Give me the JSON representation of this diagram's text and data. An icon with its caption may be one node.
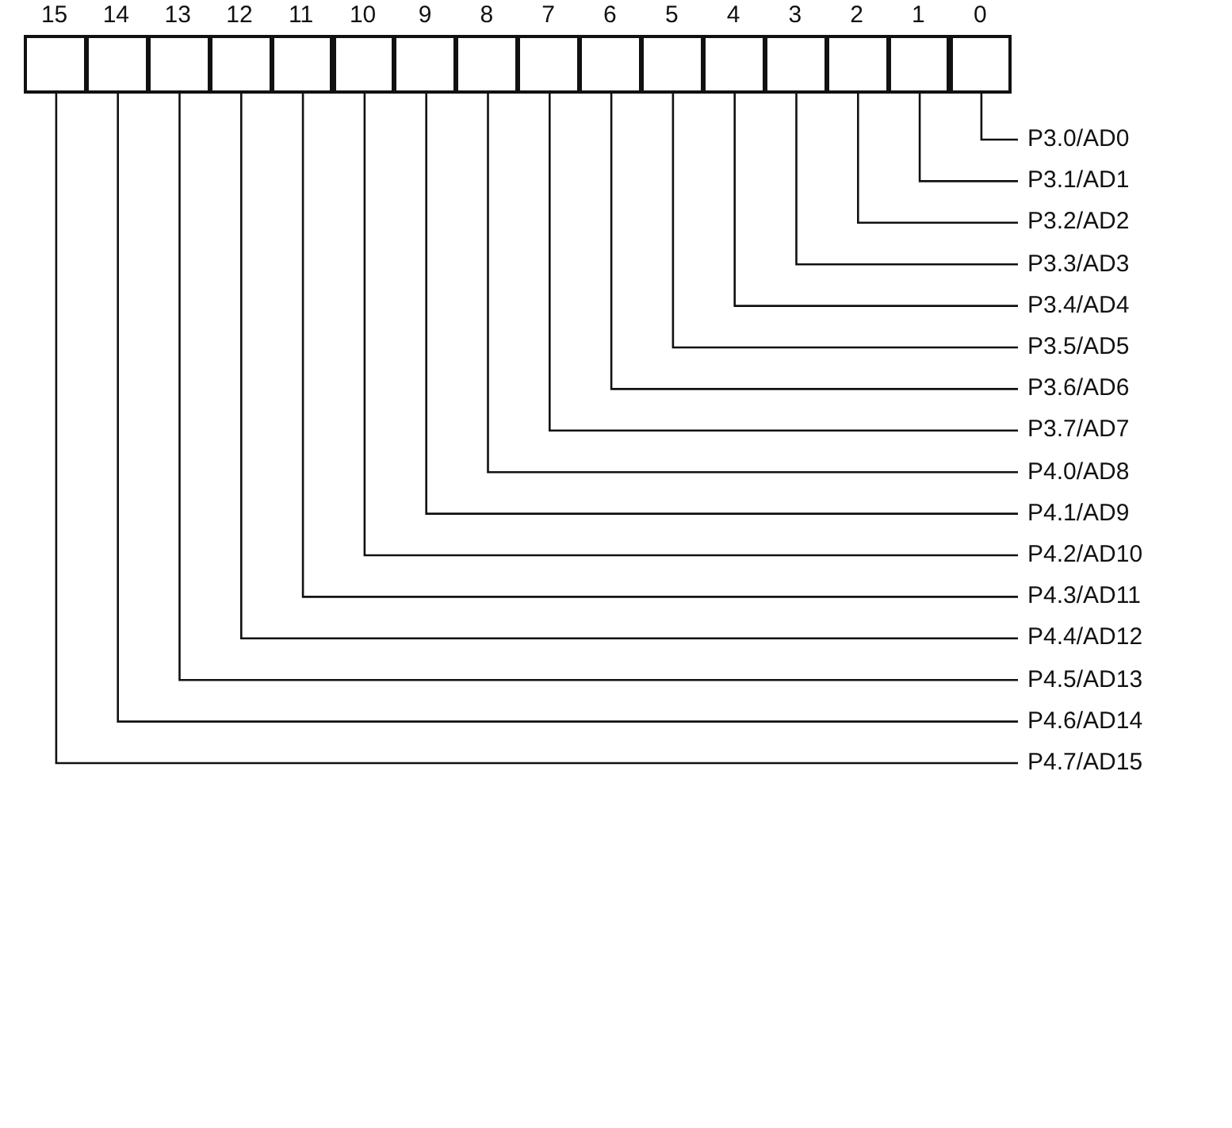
{
  "diagram": {
    "nodes": [
      {
        "text": [],
        "shape": "box",
        "beside": [
          "15"
        ]
      },
      {
        "text": [],
        "shape": "box",
        "beside": [
          "14"
        ]
      },
      {
        "text": [],
        "shape": "box",
        "beside": [
          "13"
        ]
      },
      {
        "text": [],
        "shape": "box",
        "beside": [
          "12"
        ]
      },
      {
        "text": [],
        "shape": "box",
        "beside": [
          "11"
        ]
      },
      {
        "text": [],
        "shape": "box",
        "beside": [
          "10"
        ]
      },
      {
        "text": [],
        "shape": "box",
        "beside": [
          "9"
        ]
      },
      {
        "text": [],
        "shape": "box",
        "beside": [
          "8"
        ]
      },
      {
        "text": [],
        "shape": "box",
        "beside": [
          "7"
        ]
      },
      {
        "text": [],
        "shape": "box",
        "beside": [
          "6"
        ]
      },
      {
        "text": [],
        "shape": "box",
        "beside": [
          "5"
        ]
      },
      {
        "text": [],
        "shape": "box",
        "beside": [
          "4"
        ]
      },
      {
        "text": [],
        "shape": "box",
        "beside": [
          "3"
        ]
      },
      {
        "text": [],
        "shape": "box",
        "beside": [
          "2"
        ]
      },
      {
        "text": [],
        "shape": "box",
        "beside": [
          "1"
        ]
      },
      {
        "text": [],
        "shape": "box",
        "beside": [
          "0"
        ]
      },
      {
        "text": [
          "P3.0/AD0"
        ]
      },
      {
        "text": [
          "P3.1/AD1"
        ]
      },
      {
        "text": [
          "P3.2/AD2"
        ]
      },
      {
        "text": [
          "P3.3/AD3"
        ]
      },
      {
        "text": [
          "P3.4/AD4"
        ]
      },
      {
        "text": [
          "P3.5/AD5"
        ]
      },
      {
        "text": [
          "P3.6/AD6"
        ]
      },
      {
        "text": [
          "P3.7/AD7"
        ]
      },
      {
        "text": [
          "P4.0/AD8"
        ]
      },
      {
        "text": [
          "P4.1/AD9"
        ]
      },
      {
        "text": [
          "P4.2/AD10"
        ]
      },
      {
        "text": [
          "P4.3/AD11"
        ]
      },
      {
        "text": [
          "P4.4/AD12"
        ]
      },
      {
        "text": [
          "P4.5/AD13"
        ]
      },
      {
        "text": [
          "P4.6/AD14"
        ]
      },
      {
        "text": [
          "P4.7/AD15"
        ]
      }
    ],
    "edges": [
      {
        "from": 15,
        "to": 16,
        "arrow": "none"
      },
      {
        "from": 14,
        "to": 17,
        "arrow": "none"
      },
      {
        "from": 13,
        "to": 18,
        "arrow": "none"
      },
      {
        "from": 12,
        "to": 19,
        "arrow": "none"
      },
      {
        "from": 11,
        "to": 20,
        "arrow": "none"
      },
      {
        "from": 10,
        "to": 21,
        "arrow": "none"
      },
      {
        "from": 9,
        "to": 22,
        "arrow": "none"
      },
      {
        "from": 8,
        "to": 23,
        "arrow": "none"
      },
      {
        "from": 7,
        "to": 24,
        "arrow": "none"
      },
      {
        "from": 6,
        "to": 25,
        "arrow": "none"
      },
      {
        "from": 5,
        "to": 26,
        "arrow": "none"
      },
      {
        "from": 4,
        "to": 27,
        "arrow": "none"
      },
      {
        "from": 3,
        "to": 28,
        "arrow": "none"
      },
      {
        "from": 2,
        "to": 29,
        "arrow": "none"
      },
      {
        "from": 1,
        "to": 30,
        "arrow": "none"
      },
      {
        "from": 0,
        "to": 31,
        "arrow": "none"
      }
    ]
  }
}
